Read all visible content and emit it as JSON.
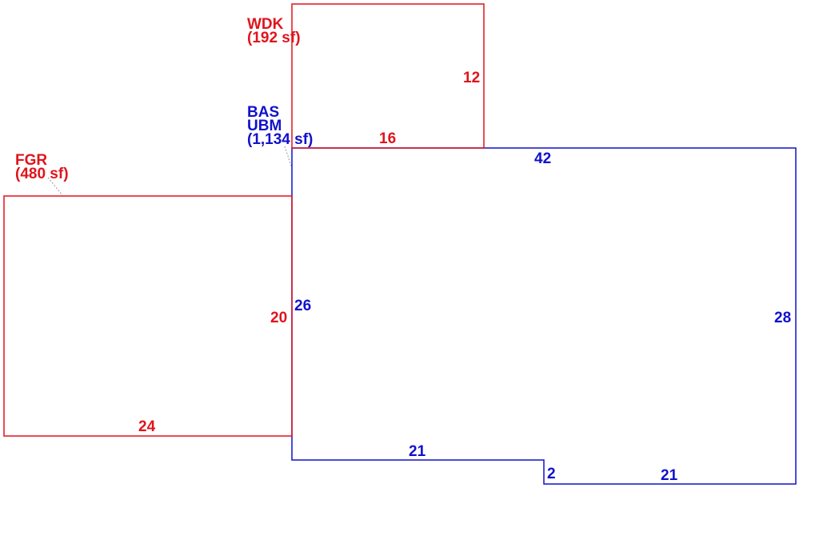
{
  "colors": {
    "red": "#e0141c",
    "blue": "#1111cc",
    "leader": "#999999"
  },
  "areas": {
    "wdk": {
      "code": "WDK",
      "area": "(192 sf)"
    },
    "bas": {
      "code": "BAS",
      "code2": "UBM",
      "area": "(1,134 sf)"
    },
    "fgr": {
      "code": "FGR",
      "area": "(480 sf)"
    }
  },
  "dimensions": {
    "wdk_right": "12",
    "wdk_bottom": "16",
    "bas_top": "42",
    "bas_left": "26",
    "fgr_right": "20",
    "bas_right": "28",
    "fgr_bottom": "24",
    "bas_bottom_left": "21",
    "bas_jog": "2",
    "bas_bottom_right": "21"
  }
}
